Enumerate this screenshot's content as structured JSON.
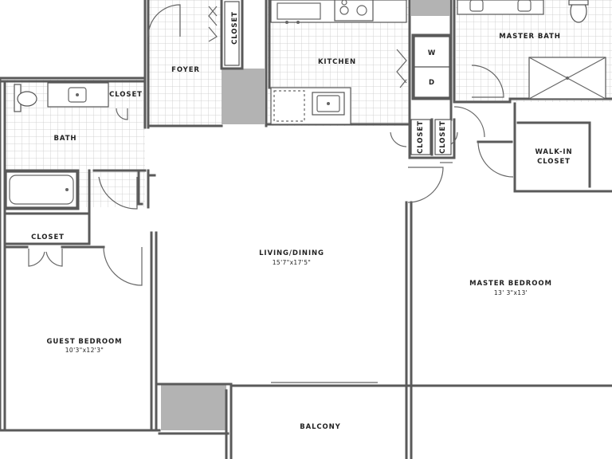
{
  "colors": {
    "wall": "#5a5a5a",
    "tile_grid": "#c9c9c9",
    "hatch_gray": "#b3b3b3",
    "label": "#222222"
  },
  "rooms": {
    "foyer": {
      "label": "FOYER"
    },
    "foyer_closet": {
      "label": "CLOSET"
    },
    "kitchen": {
      "label": "KITCHEN"
    },
    "washer": {
      "label": "W"
    },
    "dryer": {
      "label": "D"
    },
    "master_bath": {
      "label": "MASTER BATH"
    },
    "bath_closet": {
      "label": "CLOSET"
    },
    "bath": {
      "label": "BATH"
    },
    "hall_closet_1": {
      "label": "CLOSET"
    },
    "hall_closet_2": {
      "label": "CLOSET"
    },
    "walk_in_closet": {
      "label_line1": "WALK-IN",
      "label_line2": "CLOSET"
    },
    "guest_closet": {
      "label": "CLOSET"
    },
    "living_dining": {
      "label": "LIVING/DINING",
      "dimensions": "15'7\"x17'5\""
    },
    "master_bedroom": {
      "label": "MASTER BEDROOM",
      "dimensions": "13' 3\"x13'"
    },
    "guest_bedroom": {
      "label": "GUEST BEDROOM",
      "dimensions": "10'3\"x12'3\""
    },
    "balcony": {
      "label": "BALCONY"
    }
  },
  "icons": [
    "toilet-icon",
    "sink-icon",
    "bathtub-icon",
    "shower-icon",
    "stove-icon",
    "door-swing-icon"
  ]
}
